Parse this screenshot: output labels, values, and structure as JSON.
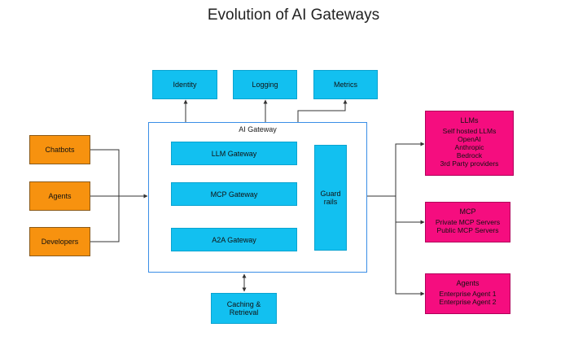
{
  "title": "Evolution of AI Gateways",
  "top_boxes": [
    "Identity",
    "Logging",
    "Metrics"
  ],
  "clients": [
    "Chatbots",
    "Agents",
    "Developers"
  ],
  "gateway": {
    "label": "AI Gateway",
    "inner": [
      "LLM Gateway",
      "MCP Gateway",
      "A2A Gateway"
    ],
    "guard_line1": "Guard",
    "guard_line2": "rails"
  },
  "caching": {
    "line1": "Caching &",
    "line2": "Retrieval"
  },
  "destinations": [
    {
      "title": "LLMs",
      "items": [
        "Self hosted LLMs",
        "OpenAI",
        "Anthropic",
        "Bedrock",
        "3rd Party providers"
      ]
    },
    {
      "title": "MCP",
      "items": [
        "Private MCP Servers",
        "Public MCP Servers"
      ]
    },
    {
      "title": "Agents",
      "items": [
        "Enterprise Agent 1",
        "Enterprise Agent 2"
      ]
    }
  ],
  "colors": {
    "service_blue": "#12c0f0",
    "client_orange": "#f7920f",
    "destination_pink": "#f50d7f",
    "gateway_border": "#3a8ee6",
    "connector": "#333333"
  }
}
